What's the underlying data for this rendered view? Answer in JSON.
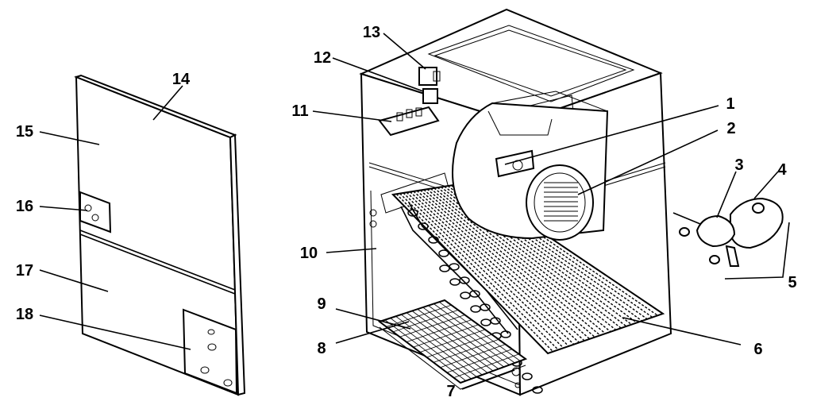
{
  "callouts": [
    {
      "id": "1",
      "text": "1"
    },
    {
      "id": "2",
      "text": "2"
    },
    {
      "id": "3",
      "text": "3"
    },
    {
      "id": "4",
      "text": "4"
    },
    {
      "id": "5",
      "text": "5"
    },
    {
      "id": "6",
      "text": "6"
    },
    {
      "id": "7",
      "text": "7"
    },
    {
      "id": "8",
      "text": "8"
    },
    {
      "id": "9",
      "text": "9"
    },
    {
      "id": "10",
      "text": "10"
    },
    {
      "id": "11",
      "text": "11"
    },
    {
      "id": "12",
      "text": "12"
    },
    {
      "id": "13",
      "text": "13"
    },
    {
      "id": "14",
      "text": "14"
    },
    {
      "id": "15",
      "text": "15"
    },
    {
      "id": "16",
      "text": "16"
    },
    {
      "id": "17",
      "text": "17"
    },
    {
      "id": "18",
      "text": "18"
    }
  ],
  "colors": {
    "ink": "#000000",
    "paper": "#ffffff"
  }
}
